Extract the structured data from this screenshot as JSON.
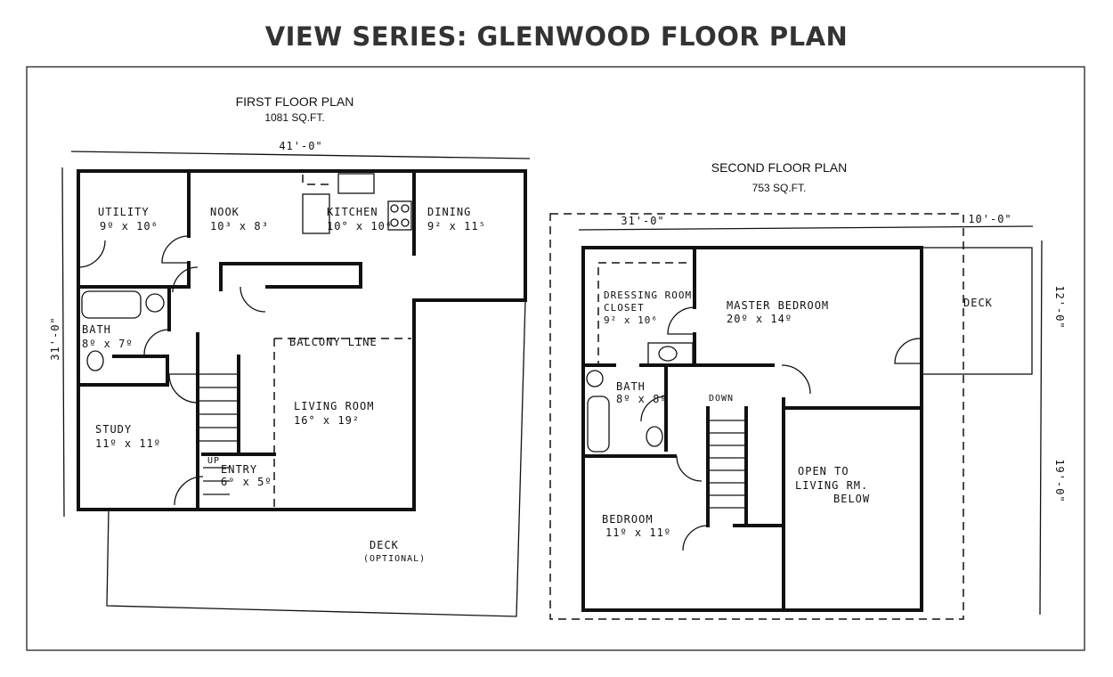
{
  "title": "VIEW SERIES: GLENWOOD FLOOR PLAN",
  "first_floor": {
    "heading": "FIRST FLOOR PLAN",
    "area": "1081 SQ.FT.",
    "width_dim": "41'-0\"",
    "depth_dim": "31'-0\"",
    "rooms": [
      {
        "name": "UTILITY",
        "size": "9º x 10⁶"
      },
      {
        "name": "NOOK",
        "size": "10³ x 8³"
      },
      {
        "name": "KITCHEN",
        "size": "10° x 10⁶"
      },
      {
        "name": "DINING",
        "size": "9² x 11⁵"
      },
      {
        "name": "BATH",
        "size": "8º x 7º"
      },
      {
        "name": "LIVING ROOM",
        "size": "16° x 19²"
      },
      {
        "name": "STUDY",
        "size": "11º x 11º"
      },
      {
        "name": "ENTRY",
        "size": "6⁹ x 5º"
      }
    ],
    "balcony_line": "BALCONY LINE",
    "stair_up": "UP",
    "deck": "DECK",
    "deck_note": "(OPTIONAL)"
  },
  "second_floor": {
    "heading": "SECOND FLOOR PLAN",
    "area": "753 SQ.FT.",
    "width_dim": "31'-0\"",
    "deck_width_dim": "10'-0\"",
    "deck_depth_dim": "12'-0\"",
    "rest_depth_dim": "19'-0\"",
    "rooms": [
      {
        "name": "DRESSING ROOM",
        "name2": "CLOSET",
        "size": "9² x 10⁶"
      },
      {
        "name": "MASTER BEDROOM",
        "size": "20º x 14º"
      },
      {
        "name": "BATH",
        "size": "8º x 8º"
      },
      {
        "name": "BEDROOM",
        "size": "11º x 11º"
      }
    ],
    "stair_down": "DOWN",
    "deck": "DECK",
    "open_to": [
      "OPEN TO",
      "LIVING RM.",
      "BELOW"
    ]
  }
}
